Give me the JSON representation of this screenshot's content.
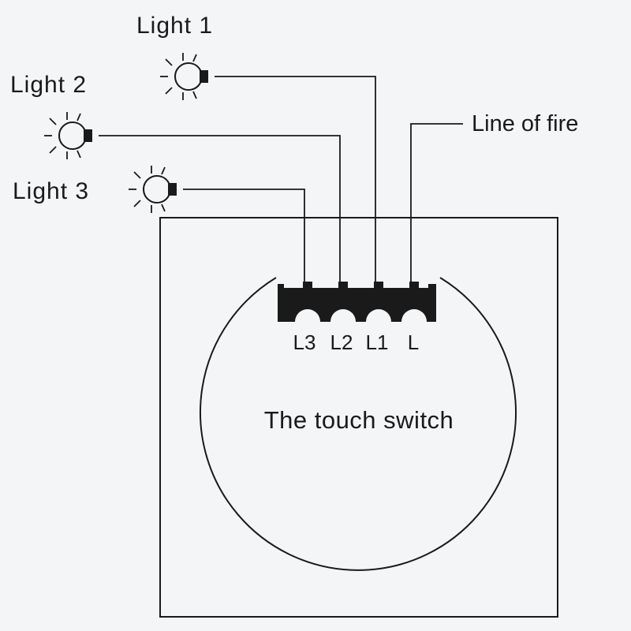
{
  "colors": {
    "background": "#f4f5f7",
    "ink": "#1a1a1a"
  },
  "lights": [
    {
      "label": "Light 1",
      "bulb_icon": "light-bulb-icon"
    },
    {
      "label": "Light 2",
      "bulb_icon": "light-bulb-icon"
    },
    {
      "label": "Light 3",
      "bulb_icon": "light-bulb-icon"
    }
  ],
  "line_of_fire_label": "Line of fire",
  "terminals": [
    "L3",
    "L2",
    "L1",
    "L"
  ],
  "switch_label": "The touch switch"
}
